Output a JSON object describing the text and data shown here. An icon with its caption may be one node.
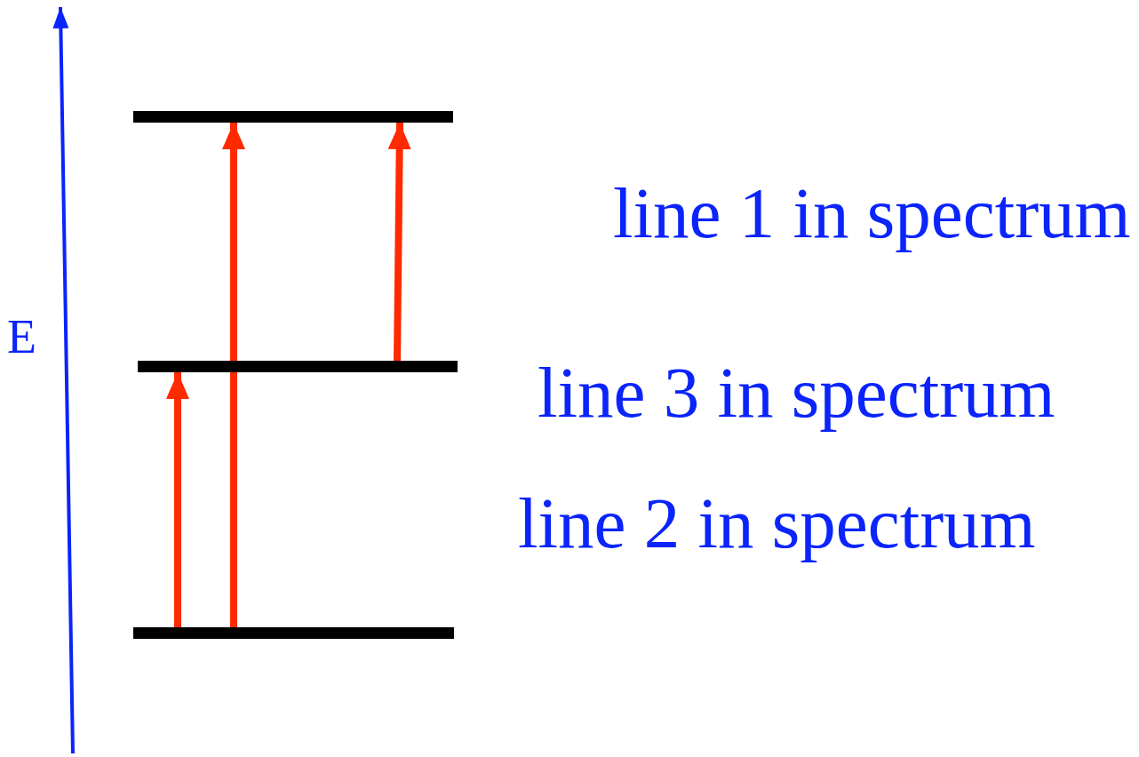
{
  "diagram": {
    "nodes": [
      {
        "text": [],
        "shape": "bar"
      },
      {
        "text": [],
        "shape": "bar"
      },
      {
        "text": [],
        "shape": "bar"
      }
    ],
    "edges": [
      {
        "from": 2,
        "to": 1,
        "arrow": "to"
      },
      {
        "from": 2,
        "to": 0,
        "arrow": "to"
      },
      {
        "from": 1,
        "to": 0,
        "arrow": "to"
      }
    ],
    "labels": [
      "line 1 in spectrum",
      "E",
      "line 3 in spectrum",
      "line 2 in spectrum"
    ]
  }
}
